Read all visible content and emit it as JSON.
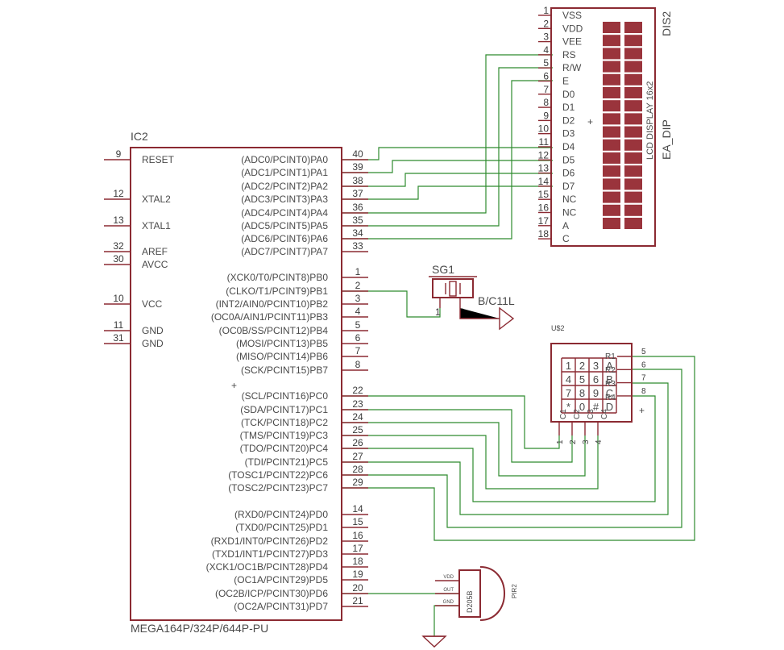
{
  "mcu": {
    "name": "IC2",
    "value": "MEGA164P/324P/644P-PU",
    "left_pins": [
      {
        "num": "9",
        "label": "RESET"
      },
      {
        "num": "12",
        "label": "XTAL2"
      },
      {
        "num": "13",
        "label": "XTAL1"
      },
      {
        "num": "32",
        "label": "AREF"
      },
      {
        "num": "30",
        "label": "AVCC"
      },
      {
        "num": "10",
        "label": "VCC"
      },
      {
        "num": "11",
        "label": "GND"
      },
      {
        "num": "31",
        "label": "GND"
      }
    ],
    "right_pins": [
      {
        "num": "40",
        "label": "(ADC0/PCINT0)PA0"
      },
      {
        "num": "39",
        "label": "(ADC1/PCINT1)PA1"
      },
      {
        "num": "38",
        "label": "(ADC2/PCINT2)PA2"
      },
      {
        "num": "37",
        "label": "(ADC3/PCINT3)PA3"
      },
      {
        "num": "36",
        "label": "(ADC4/PCINT4)PA4"
      },
      {
        "num": "35",
        "label": "(ADC5/PCINT5)PA5"
      },
      {
        "num": "34",
        "label": "(ADC6/PCINT6)PA6"
      },
      {
        "num": "33",
        "label": "(ADC7/PCINT7)PA7"
      },
      {
        "num": "1",
        "label": "(XCK0/T0/PCINT8)PB0"
      },
      {
        "num": "2",
        "label": "(CLKO/T1/PCINT9)PB1"
      },
      {
        "num": "3",
        "label": "(INT2/AIN0/PCINT10)PB2"
      },
      {
        "num": "4",
        "label": "(OC0A/AIN1/PCINT11)PB3"
      },
      {
        "num": "5",
        "label": "(OC0B/SS/PCINT12)PB4"
      },
      {
        "num": "6",
        "label": "(MOSI/PCINT13)PB5"
      },
      {
        "num": "7",
        "label": "(MISO/PCINT14)PB6"
      },
      {
        "num": "8",
        "label": "(SCK/PCINT15)PB7"
      },
      {
        "num": "22",
        "label": "(SCL/PCINT16)PC0"
      },
      {
        "num": "23",
        "label": "(SDA/PCINT17)PC1"
      },
      {
        "num": "24",
        "label": "(TCK/PCINT18)PC2"
      },
      {
        "num": "25",
        "label": "(TMS/PCINT19)PC3"
      },
      {
        "num": "26",
        "label": "(TDO/PCINT20)PC4"
      },
      {
        "num": "27",
        "label": "(TDI/PCINT21)PC5"
      },
      {
        "num": "28",
        "label": "(TOSC1/PCINT22)PC6"
      },
      {
        "num": "29",
        "label": "(TOSC2/PCINT23)PC7"
      },
      {
        "num": "14",
        "label": "(RXD0/PCINT24)PD0"
      },
      {
        "num": "15",
        "label": "(TXD0/PCINT25)PD1"
      },
      {
        "num": "16",
        "label": "(RXD1/INT0/PCINT26)PD2"
      },
      {
        "num": "17",
        "label": "(TXD1/INT1/PCINT27)PD3"
      },
      {
        "num": "18",
        "label": "(XCK1/OC1B/PCINT28)PD4"
      },
      {
        "num": "19",
        "label": "(OC1A/PCINT29)PD5"
      },
      {
        "num": "20",
        "label": "(OC2B/ICP/PCINT30)PD6"
      },
      {
        "num": "21",
        "label": "(OC2A/PCINT31)PD7"
      }
    ]
  },
  "lcd": {
    "name": "DIS2",
    "package": "EA_DIP",
    "value": "LCD DISPLAY 16x2",
    "pins": [
      {
        "num": "1",
        "label": "VSS"
      },
      {
        "num": "2",
        "label": "VDD"
      },
      {
        "num": "3",
        "label": "VEE"
      },
      {
        "num": "4",
        "label": "RS"
      },
      {
        "num": "5",
        "label": "R/W"
      },
      {
        "num": "6",
        "label": "E"
      },
      {
        "num": "7",
        "label": "D0"
      },
      {
        "num": "8",
        "label": "D1"
      },
      {
        "num": "9",
        "label": "D2"
      },
      {
        "num": "10",
        "label": "D3"
      },
      {
        "num": "11",
        "label": "D4"
      },
      {
        "num": "12",
        "label": "D5"
      },
      {
        "num": "13",
        "label": "D6"
      },
      {
        "num": "14",
        "label": "D7"
      },
      {
        "num": "15",
        "label": "NC"
      },
      {
        "num": "16",
        "label": "NC"
      },
      {
        "num": "17",
        "label": "A"
      },
      {
        "num": "18",
        "label": "C"
      }
    ]
  },
  "buzzer": {
    "name": "SG1",
    "value": "B/C11L",
    "pin1": "1",
    "pin2": "2"
  },
  "keypad": {
    "name": "U$2",
    "keys": [
      "1",
      "2",
      "3",
      "A",
      "4",
      "5",
      "6",
      "B",
      "7",
      "8",
      "9",
      "C",
      "*",
      "0",
      "#",
      "D"
    ],
    "row_labels": [
      "R1",
      "R2",
      "R3",
      "R4"
    ],
    "col_labels": [
      "C1",
      "C2",
      "C3",
      "C4"
    ],
    "bottom_pins": [
      "1",
      "2",
      "3",
      "4"
    ],
    "side_pins": [
      "5",
      "6",
      "7",
      "8"
    ]
  },
  "pir": {
    "name": "PIR2",
    "value": "D205B",
    "pins": [
      "VDD",
      "OUT",
      "GND"
    ]
  }
}
